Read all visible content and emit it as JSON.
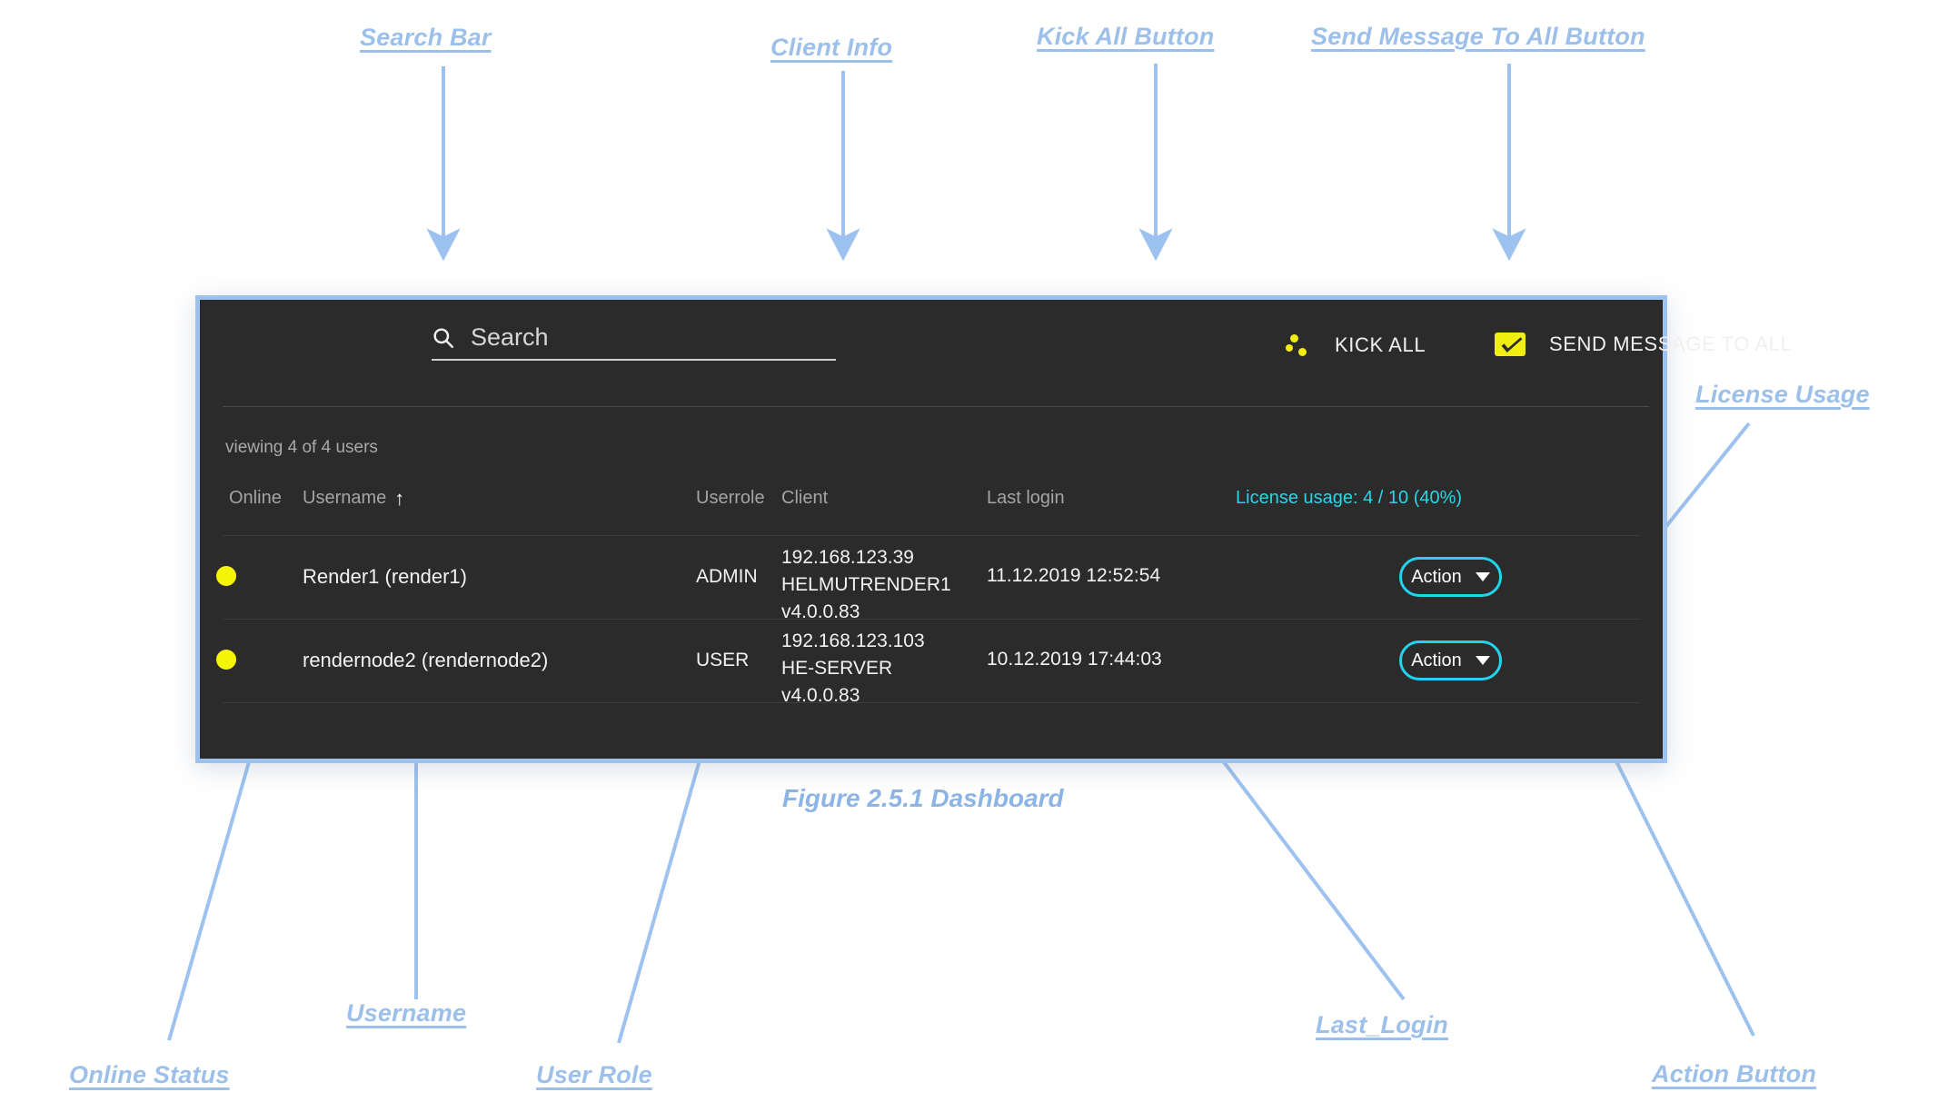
{
  "figure": {
    "caption": "Figure 2.5.1 Dashboard"
  },
  "annotations": [
    {
      "id": "search-bar",
      "label": "Search Bar"
    },
    {
      "id": "client-info",
      "label": "Client Info"
    },
    {
      "id": "kick-all-button",
      "label": "Kick All Button"
    },
    {
      "id": "send-message-all",
      "label": "Send Message To All Button"
    },
    {
      "id": "license-usage",
      "label": "License Usage"
    },
    {
      "id": "online-status",
      "label": "Online Status"
    },
    {
      "id": "username",
      "label": "Username"
    },
    {
      "id": "user-role",
      "label": "User Role"
    },
    {
      "id": "last-login",
      "label": "Last_Login"
    },
    {
      "id": "action-button",
      "label": "Action Button"
    }
  ],
  "dashboard": {
    "toolbar": {
      "search": {
        "placeholder": "Search",
        "value": "",
        "icon": "search-icon"
      },
      "kick_all": {
        "label": "KICK ALL",
        "icon": "kick-dots-icon"
      },
      "send_message_all": {
        "label": "SEND MESSAGE TO ALL",
        "icon": "envelope-icon"
      }
    },
    "viewing_count": "viewing 4 of 4 users",
    "license_usage": "License usage: 4 / 10 (40%)",
    "table": {
      "headers": {
        "online": "Online",
        "username": "Username",
        "username_sort": "↑",
        "userrole": "Userrole",
        "client": "Client",
        "last_login": "Last login"
      },
      "rows": [
        {
          "online": true,
          "username": "Render1 (render1)",
          "userrole": "ADMIN",
          "client_ip": "192.168.123.39",
          "client_host": "HELMUTRENDER1",
          "client_version": "v4.0.0.83",
          "last_login": "11.12.2019 12:52:54",
          "action_label": "Action"
        },
        {
          "online": true,
          "username": "rendernode2 (rendernode2)",
          "userrole": "USER",
          "client_ip": "192.168.123.103",
          "client_host": "HE-SERVER",
          "client_version": "v4.0.0.83",
          "last_login": "10.12.2019 17:44:03",
          "action_label": "Action"
        }
      ]
    }
  },
  "colors": {
    "panel_bg": "#2b2b2b",
    "panel_border": "#9dc2ef",
    "accent_cyan": "#22d3ee",
    "accent_yellow": "#f2ee12",
    "status_online": "#f5f509",
    "annotation_blue": "#9cc0ea"
  }
}
